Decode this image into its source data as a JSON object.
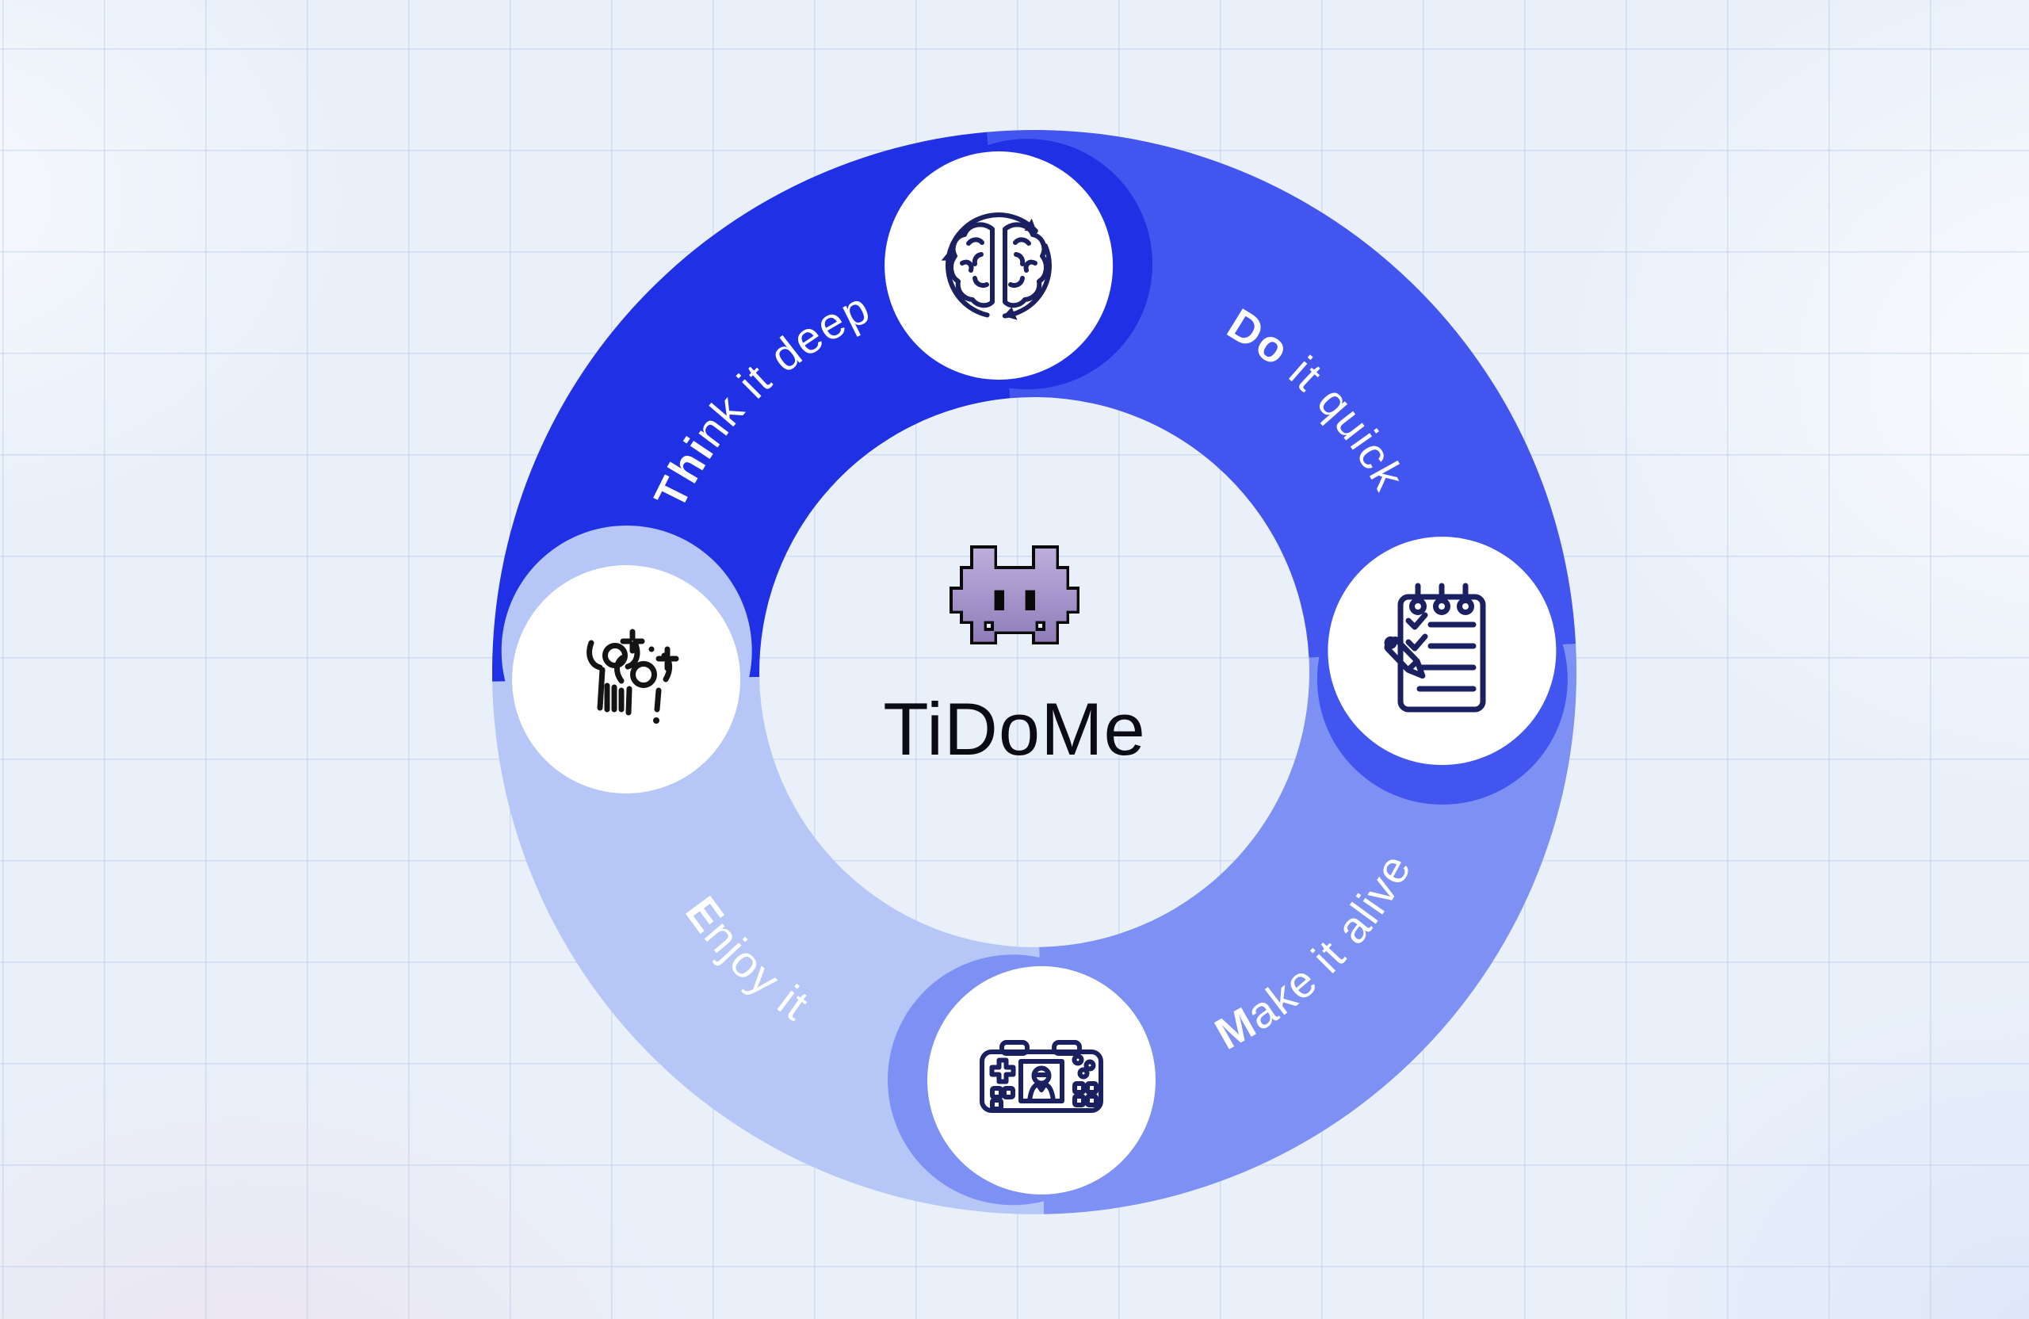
{
  "title": "TiDoMe",
  "labels": {
    "think": {
      "bold": "Thi",
      "rest": "nk it deep"
    },
    "do": {
      "bold": "Do",
      "rest": " it quick"
    },
    "make": {
      "bold": "M",
      "rest": "ake it alive"
    },
    "enjoy": {
      "bold": "E",
      "rest": "njoy it"
    }
  },
  "icons": {
    "top": "brain-refresh-icon",
    "right": "checklist-pencil-icon",
    "bottom": "game-console-icon",
    "left": "celebration-people-icon",
    "center": "pixel-monster-icon"
  },
  "colors": {
    "think": "#2030E4",
    "do": "#4355EF",
    "make": "#7D90F3",
    "enjoy": "#B6C7F7",
    "circle_fill": "#FFFFFF",
    "label_text": "#FFFFFF",
    "title_text": "#0B0B14",
    "icon_navy": "#1B2060",
    "icon_black": "#141414",
    "monster_light": "#BCAEDC",
    "monster_dark": "#8F7CB9",
    "monster_outline": "#0A0A0A",
    "background": "#E9F0FA",
    "grid_line": "#D9E3F3"
  },
  "monster": {
    "pattern": [
      "..XX....XX..",
      "..XX....XX..",
      ".XXXXXXXXXX.",
      ".XXXXXXXXXX.",
      "XXXXEXXEXXXX",
      "XXXXEXXEXXXX",
      ".XXXXXXXXXX.",
      "..X.XXXX.X..",
      "..XX....XX.."
    ]
  }
}
